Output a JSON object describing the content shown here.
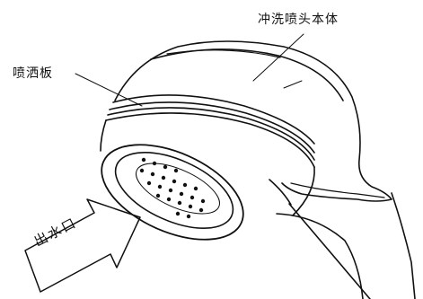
{
  "labels": {
    "nozzle_body": "冲洗喷头本体",
    "spray_plate": "喷洒板",
    "water_outlet": "出水口"
  }
}
